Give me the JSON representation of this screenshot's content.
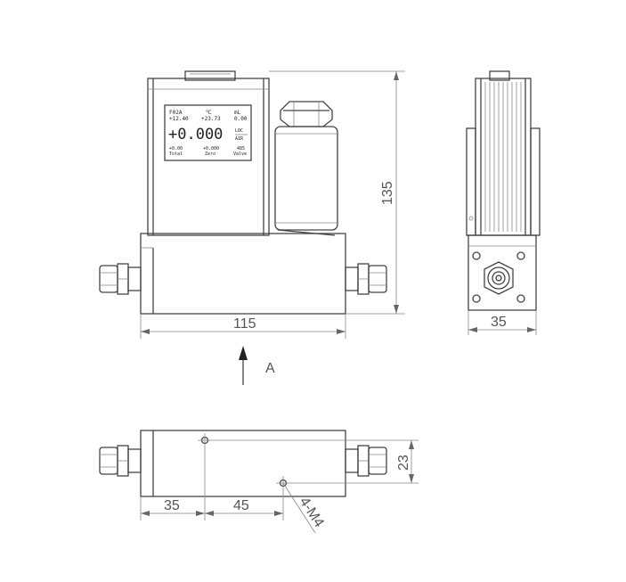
{
  "front_view": {
    "display": {
      "gas": "F02A",
      "temp_unit": "℃",
      "unit": "mL",
      "val_left": "+12.40",
      "val_mid": "+23.73",
      "val_right": "0.00",
      "main_value": "+0.000",
      "status_1": "LOC",
      "status_2": "AIR",
      "bottom_left_1": "+0.00",
      "bottom_left_2": "Total",
      "bottom_mid_1": "+0.000",
      "bottom_mid_2": "Zero",
      "bottom_right_1": "485",
      "bottom_right_2": "Valve"
    },
    "dim_height": "135",
    "dim_width": "115"
  },
  "side_view": {
    "dim_width": "35"
  },
  "arrow_label": "A",
  "bottom_view": {
    "dim_a": "35",
    "dim_b": "45",
    "dim_c": "23",
    "hole_callout": "4-M4"
  }
}
